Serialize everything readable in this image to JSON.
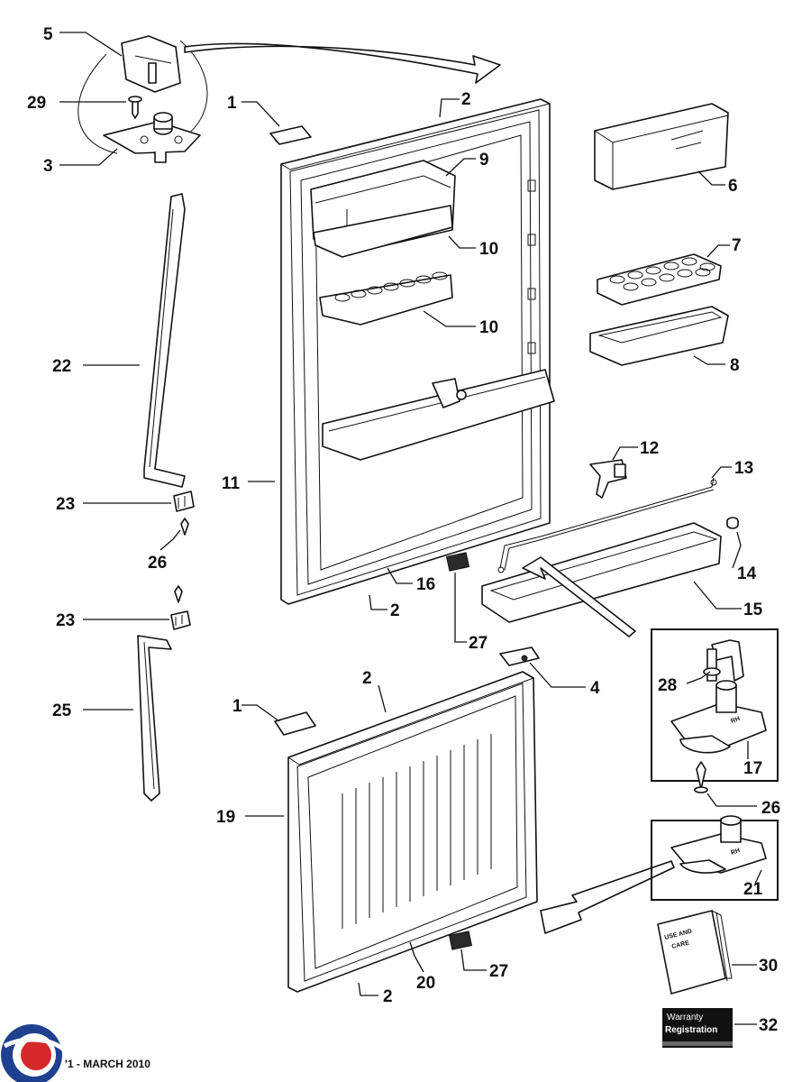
{
  "footer": {
    "edition": "'1  -  MARCH 2010"
  },
  "manual": {
    "cover_line1": "USE AND",
    "cover_line2": "CARE"
  },
  "warranty": {
    "line1": "Warranty",
    "line2": "Registration"
  },
  "callouts": {
    "c5": "5",
    "c29": "29",
    "c3": "3",
    "c1a": "1",
    "c2a": "2",
    "c9": "9",
    "c6": "6",
    "c10a": "10",
    "c7": "7",
    "c22": "22",
    "c10b": "10",
    "c8": "8",
    "c12": "12",
    "c11": "11",
    "c13": "13",
    "c23a": "23",
    "c26a": "26",
    "c14": "14",
    "c16": "16",
    "c15": "15",
    "c2b": "2",
    "c23b": "23",
    "c27a": "27",
    "c4": "4",
    "c2c": "2",
    "c28": "28",
    "c25": "25",
    "c1b": "1",
    "c17": "17",
    "c19": "19",
    "c26b": "26",
    "c21": "21",
    "c30": "30",
    "c27b": "27",
    "c2d": "2",
    "c20": "20",
    "c32": "32"
  }
}
